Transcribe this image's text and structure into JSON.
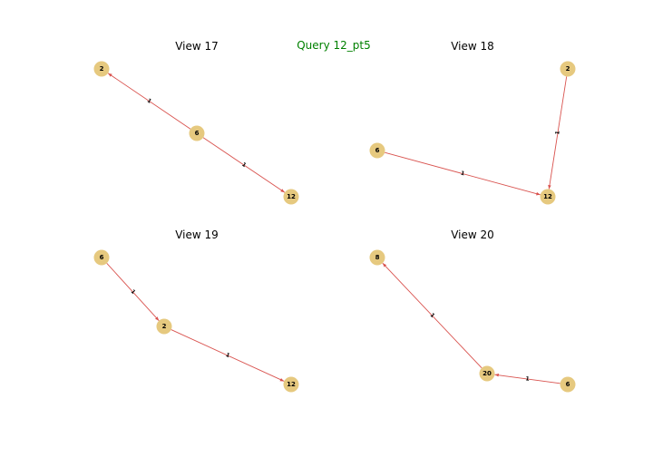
{
  "suptitle": "Query 12_pt5",
  "colors": {
    "node": "#e6c97f",
    "edge": "#d9534f",
    "suptitle": "#008000"
  },
  "views": [
    {
      "title": "View 17",
      "nodes": [
        {
          "id": "2",
          "label": "2"
        },
        {
          "id": "6",
          "label": "6"
        },
        {
          "id": "12",
          "label": "12"
        }
      ],
      "edges": [
        {
          "source": "6",
          "target": "2",
          "label": "1"
        },
        {
          "source": "6",
          "target": "12",
          "label": "1"
        }
      ]
    },
    {
      "title": "View 18",
      "nodes": [
        {
          "id": "2",
          "label": "2"
        },
        {
          "id": "6",
          "label": "6"
        },
        {
          "id": "12",
          "label": "12"
        }
      ],
      "edges": [
        {
          "source": "2",
          "target": "12",
          "label": "1"
        },
        {
          "source": "6",
          "target": "12",
          "label": "1"
        }
      ]
    },
    {
      "title": "View 19",
      "nodes": [
        {
          "id": "6",
          "label": "6"
        },
        {
          "id": "2",
          "label": "2"
        },
        {
          "id": "12",
          "label": "12"
        }
      ],
      "edges": [
        {
          "source": "6",
          "target": "2",
          "label": "1"
        },
        {
          "source": "2",
          "target": "12",
          "label": "1"
        }
      ]
    },
    {
      "title": "View 20",
      "nodes": [
        {
          "id": "8",
          "label": "8"
        },
        {
          "id": "20",
          "label": "20"
        },
        {
          "id": "6",
          "label": "6"
        }
      ],
      "edges": [
        {
          "source": "20",
          "target": "8",
          "label": "1"
        },
        {
          "source": "6",
          "target": "20",
          "label": "1"
        }
      ]
    }
  ]
}
